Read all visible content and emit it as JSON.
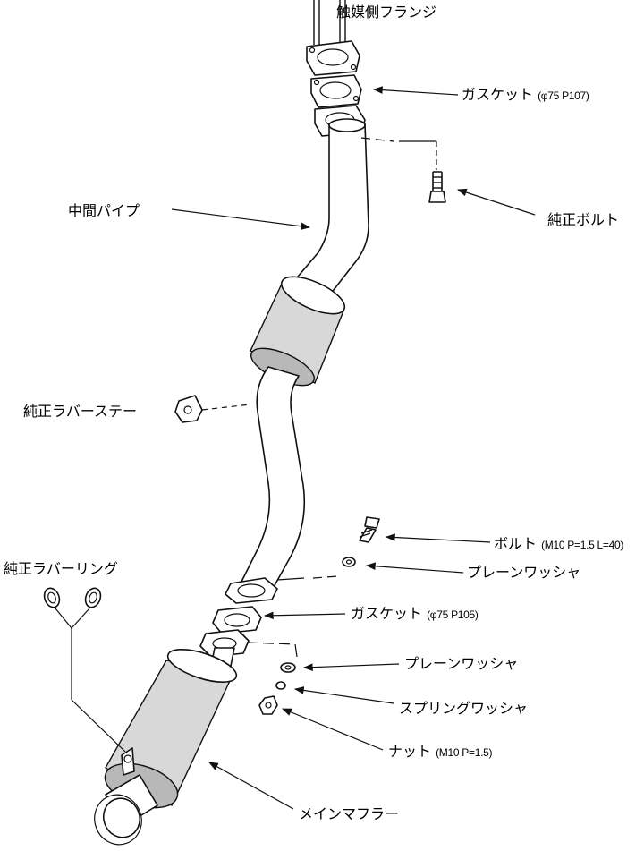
{
  "labels": {
    "cat_flange": "触媒側フランジ",
    "gasket_upper": "ガスケット",
    "gasket_upper_spec": "(φ75 P107)",
    "stock_bolt": "純正ボルト",
    "mid_pipe": "中間パイプ",
    "stock_rubber_stay": "純正ラバーステー",
    "bolt": "ボルト",
    "bolt_spec": "(M10 P=1.5 L=40)",
    "plain_washer_upper": "プレーンワッシャ",
    "gasket_lower": "ガスケット",
    "gasket_lower_spec": "(φ75 P105)",
    "stock_rubber_ring": "純正ラバーリング",
    "plain_washer_lower": "プレーンワッシャ",
    "spring_washer": "スプリングワッシャ",
    "nut": "ナット",
    "nut_spec": "(M10 P=1.5)",
    "main_muffler": "メインマフラー"
  }
}
